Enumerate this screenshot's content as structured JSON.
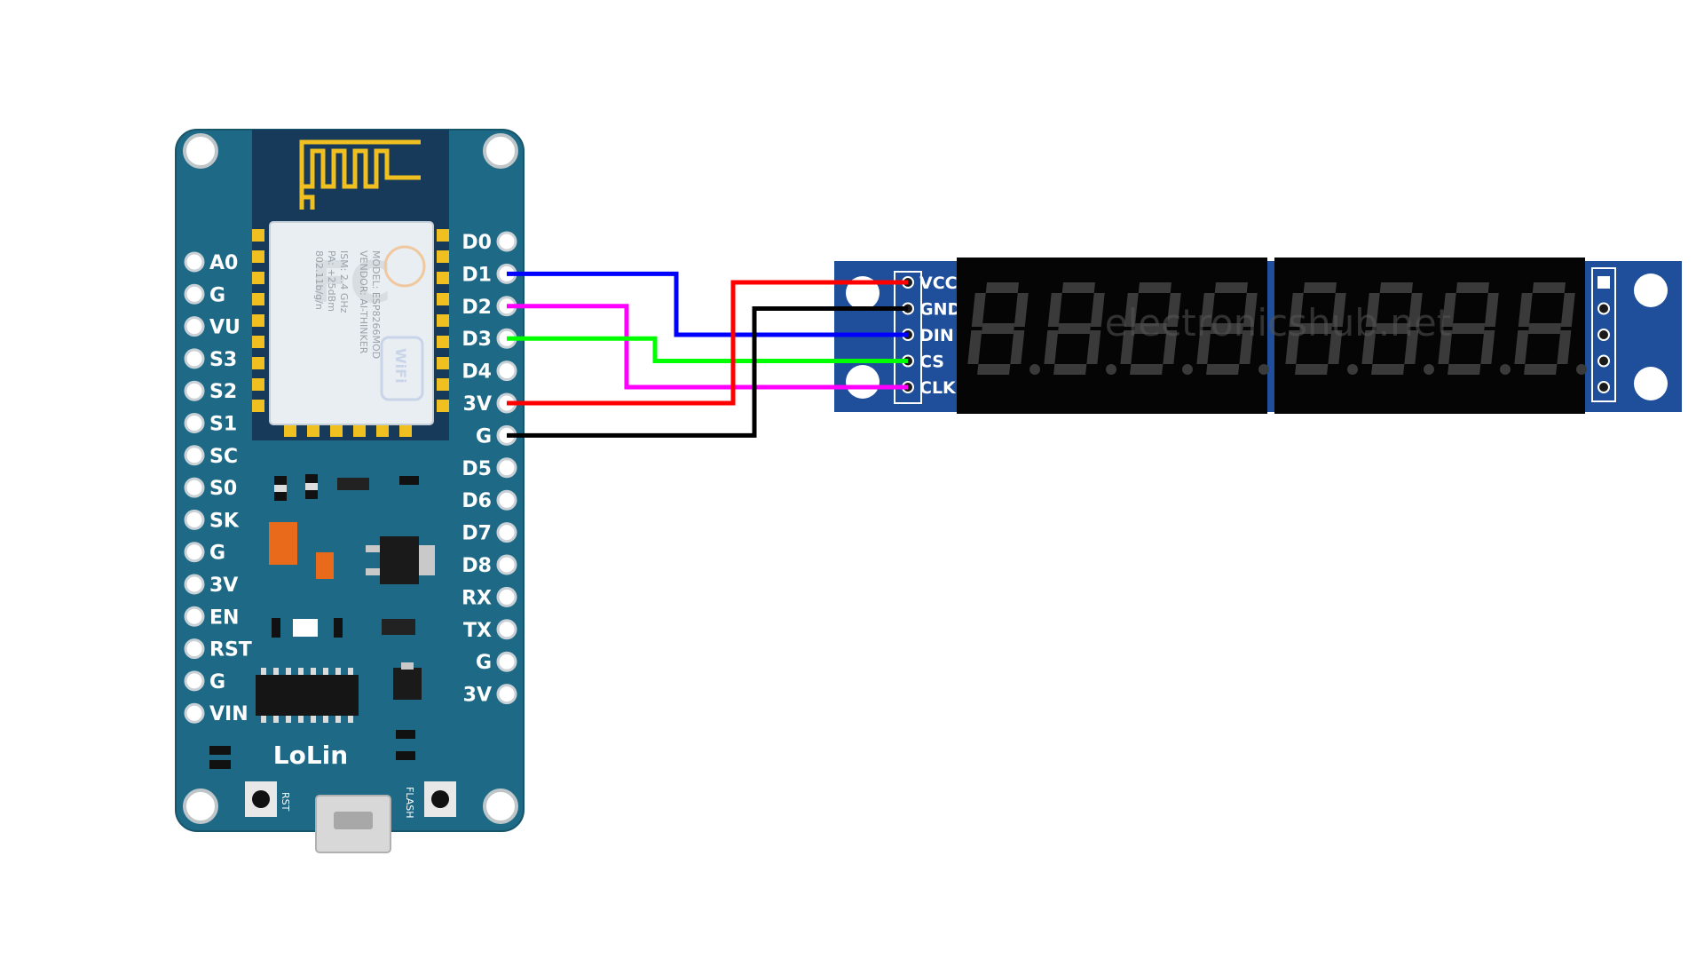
{
  "nodemcu": {
    "left_pins": [
      "A0",
      "G",
      "VU",
      "S3",
      "S2",
      "S1",
      "SC",
      "S0",
      "SK",
      "G",
      "3V",
      "EN",
      "RST",
      "G",
      "VIN"
    ],
    "right_pins": [
      "D0",
      "D1",
      "D2",
      "D3",
      "D4",
      "3V",
      "G",
      "D5",
      "D6",
      "D7",
      "D8",
      "RX",
      "TX",
      "G",
      "3V"
    ],
    "brand": "LoLin",
    "rst_label": "RST",
    "flash_label": "FLASH",
    "module": {
      "model": "MODEL: ESP8266MOD",
      "vendor": "VENDOR: AI-THINKER",
      "ism": "ISM: 2.4 GHz",
      "pa": "PA: +25dBm",
      "std": "802.11b/g/n",
      "fc": "FC",
      "wifi": "WiFi"
    }
  },
  "display": {
    "pins": [
      "VCC",
      "GND",
      "DIN",
      "CS",
      "CLK"
    ],
    "digits": 8,
    "watermark": "electronicshub.net"
  },
  "wires": [
    {
      "from": "D1",
      "to": "DIN",
      "color": "#0000ff"
    },
    {
      "from": "D2",
      "to": "CLK",
      "color": "#ff00ff"
    },
    {
      "from": "D3",
      "to": "CS",
      "color": "#00ff00"
    },
    {
      "from": "3V",
      "to": "VCC",
      "color": "#ff0000"
    },
    {
      "from": "G",
      "to": "GND",
      "color": "#000000"
    }
  ],
  "colors": {
    "board": "#1e6a86",
    "display_pcb": "#1f4f9a",
    "segment_off": "#3a3a3a",
    "display_body": "#000000"
  }
}
